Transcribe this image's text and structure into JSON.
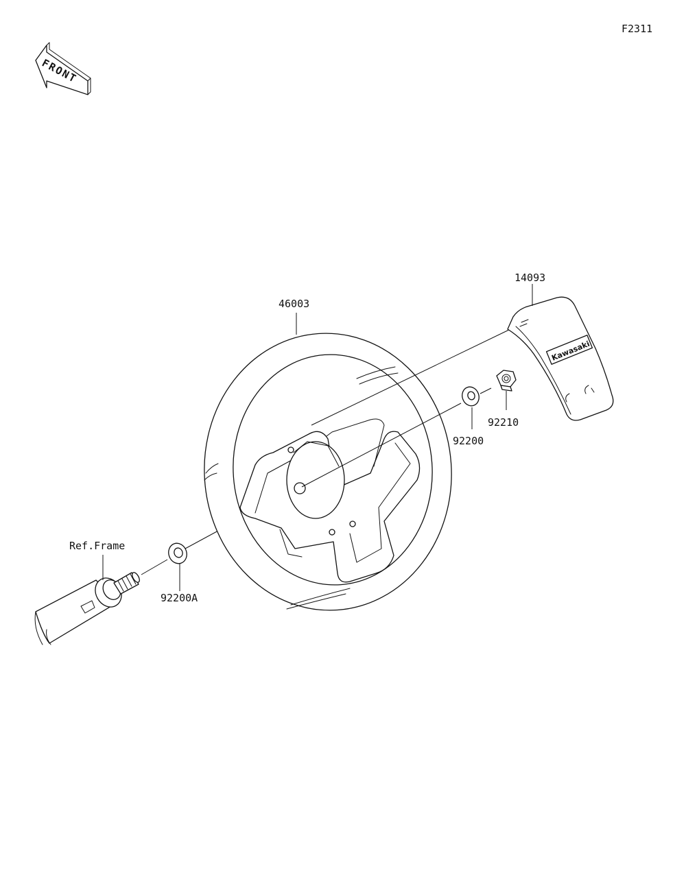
{
  "figure_code": "F2311",
  "front_indicator": "FRONT",
  "parts": {
    "steering_wheel": "46003",
    "cover": "14093",
    "washer": "92200",
    "nut": "92210",
    "washer_a": "92200A",
    "ref_frame": "Ref.Frame"
  },
  "cover_logo": "Kawasaki"
}
